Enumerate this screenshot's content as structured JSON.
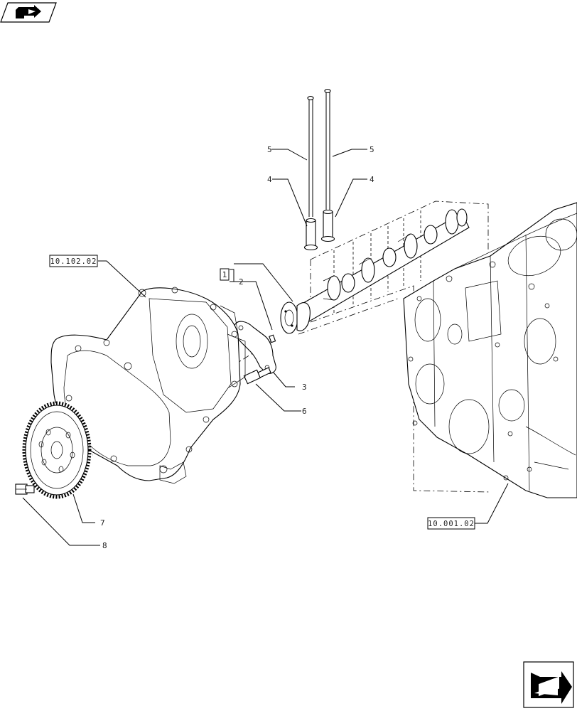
{
  "refs": {
    "timing_cover": "10.102.02",
    "block": "10.001.02",
    "kit": "1"
  },
  "callouts": {
    "c2": "2",
    "c3": "3",
    "c4a": "4",
    "c4b": "4",
    "c5a": "5",
    "c5b": "5",
    "c6": "6",
    "c7": "7",
    "c8": "8"
  },
  "icons": {
    "top_left": "previous-page-arrow-icon",
    "bottom_right": "next-page-arrow-icon"
  }
}
